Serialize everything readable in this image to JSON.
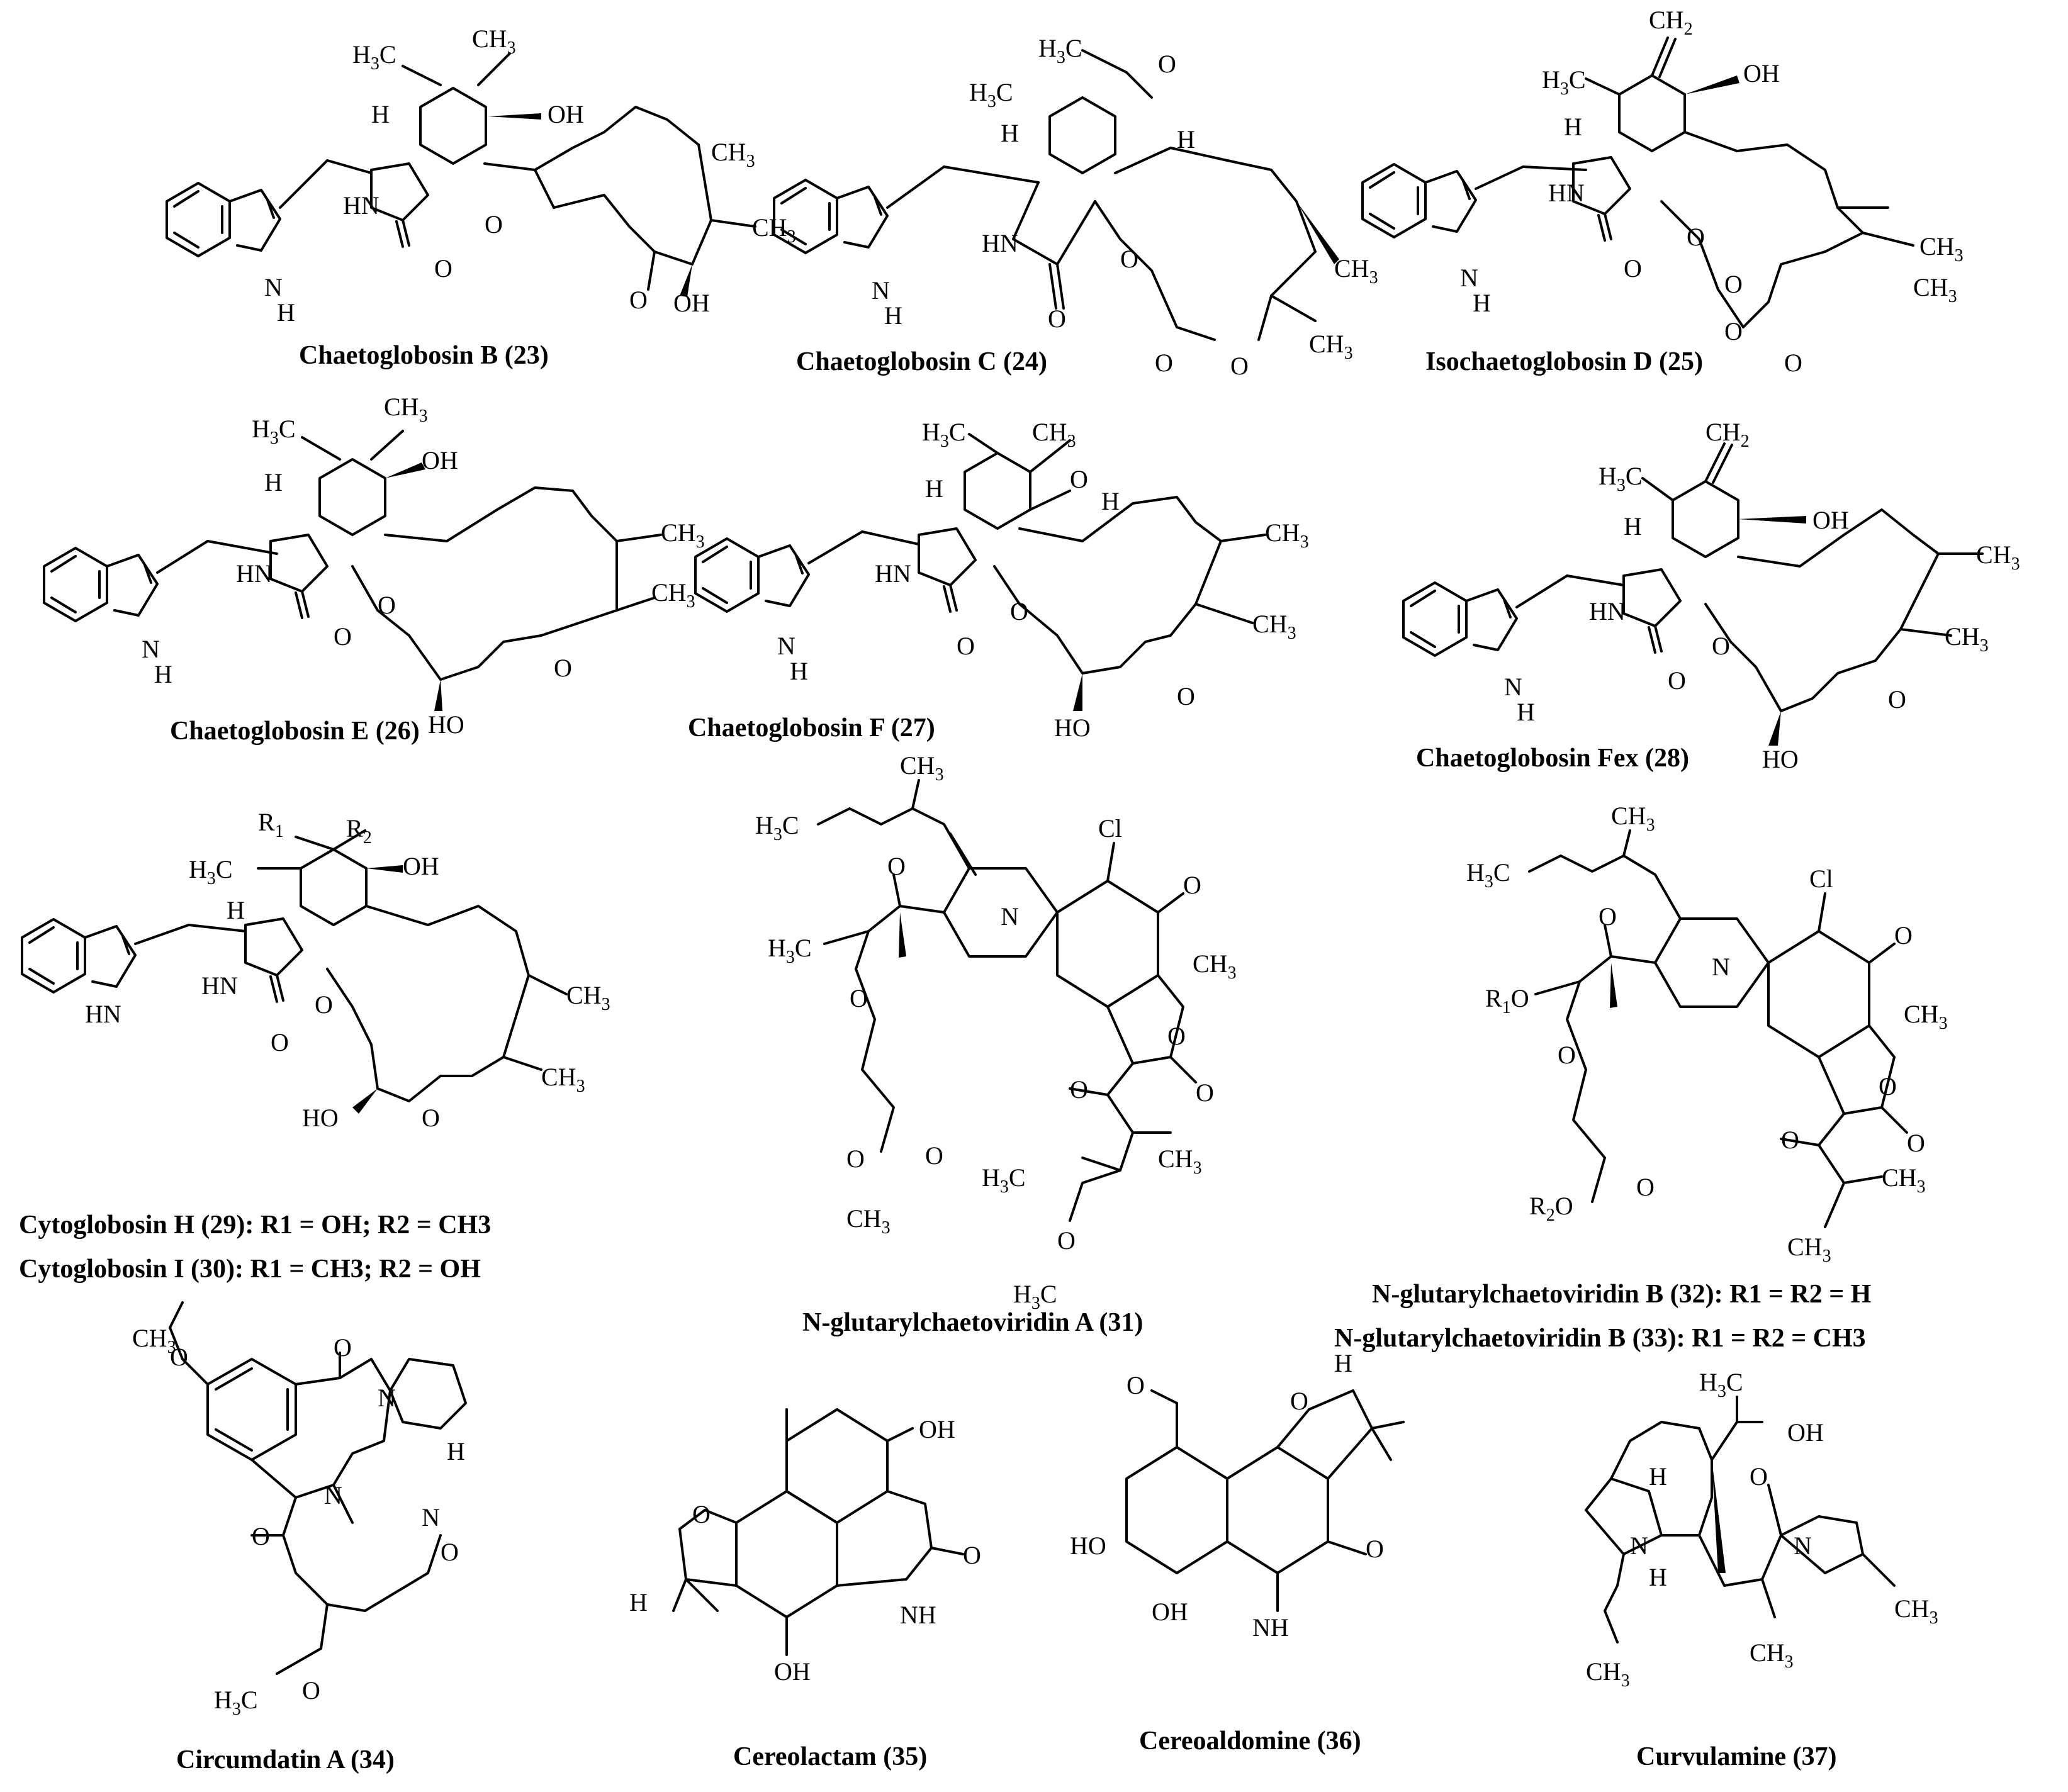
{
  "compounds": [
    {
      "id": "c23",
      "label": "Chaetoglobosin B (23)"
    },
    {
      "id": "c24",
      "label": "Chaetoglobosin C (24)"
    },
    {
      "id": "c25",
      "label": "Isochaetoglobosin D (25)"
    },
    {
      "id": "c26",
      "label": "Chaetoglobosin E (26)"
    },
    {
      "id": "c27",
      "label": "Chaetoglobosin F (27)"
    },
    {
      "id": "c28",
      "label": "Chaetoglobosin Fex (28)"
    },
    {
      "id": "c29",
      "label": "Cytoglobosin H (29): R1 = OH; R2 = CH3"
    },
    {
      "id": "c30",
      "label": "Cytoglobosin I (30): R1 = CH3; R2 = OH"
    },
    {
      "id": "c31",
      "label": "N-glutarylchaetoviridin A (31)"
    },
    {
      "id": "c32",
      "label": "N-glutarylchaetoviridin B (32): R1 = R2 = H"
    },
    {
      "id": "c33",
      "label": "N-glutarylchaetoviridin B (33): R1 = R2 = CH3"
    },
    {
      "id": "c34",
      "label": "Circumdatin A (34)"
    },
    {
      "id": "c35",
      "label": "Cereolactam (35)"
    },
    {
      "id": "c36",
      "label": "Cereoaldomine (36)"
    },
    {
      "id": "c37",
      "label": "Curvulamine (37)"
    }
  ],
  "atoms": {
    "H3C": "H3C",
    "CH3": "CH3",
    "CH2": "CH2",
    "OH": "OH",
    "HO": "HO",
    "H": "H",
    "O": "O",
    "N": "N",
    "HN": "HN",
    "NH": "NH",
    "Cl": "Cl",
    "R1": "R1",
    "R2": "R2",
    "R1O": "R1O",
    "R2O": "R2O"
  }
}
